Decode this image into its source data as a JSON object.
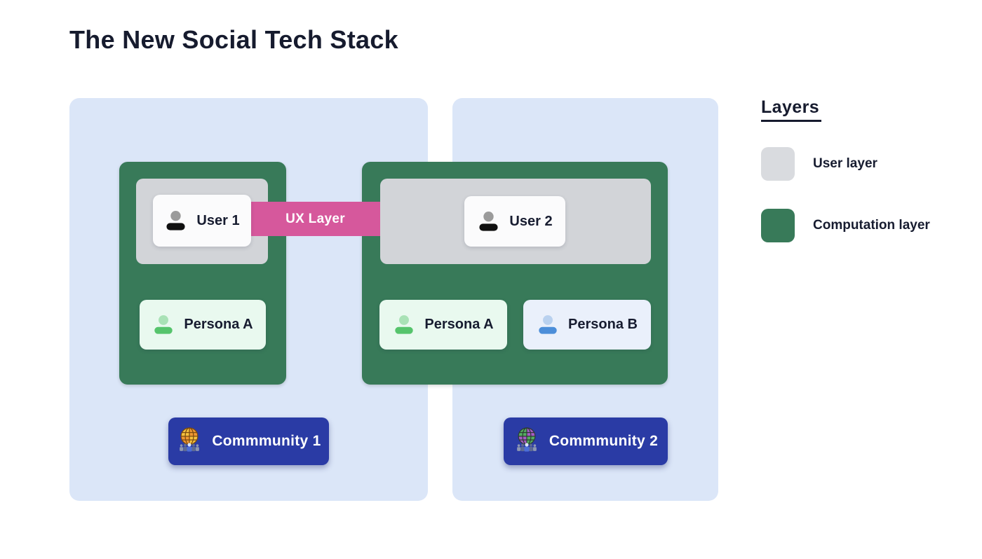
{
  "page": {
    "title": "The New Social Tech Stack"
  },
  "diagram": {
    "ux_layer": {
      "label": "UX Layer",
      "color": "#d6589c"
    },
    "users": [
      {
        "label": "User 1"
      },
      {
        "label": "User 2"
      }
    ],
    "personas": {
      "community1_personaA": {
        "label": "Persona A"
      },
      "community2_personaA": {
        "label": "Persona A"
      },
      "community2_personaB": {
        "label": "Persona B"
      }
    },
    "communities": [
      {
        "label": "Commmunity 1",
        "icon": "globe-crowd-orange-icon"
      },
      {
        "label": "Commmunity 2",
        "icon": "globe-crowd-green-purple-icon"
      }
    ]
  },
  "legend": {
    "title": "Layers",
    "items": [
      {
        "label": "User layer",
        "color": "#d9dbdf"
      },
      {
        "label": "Computation layer",
        "color": "#387a59"
      }
    ]
  },
  "colors": {
    "panel_background": "#dbe6f8",
    "computation_layer_green": "#387a59",
    "user_layer_gray": "#d2d4d8",
    "ux_layer_pink": "#d6589c",
    "community_button_blue": "#2a3ba5",
    "card_white": "#fbfbfc",
    "persona_a_background": "#e9f9ef",
    "persona_b_background": "#eaf0fb",
    "text_dark": "#171c30"
  }
}
